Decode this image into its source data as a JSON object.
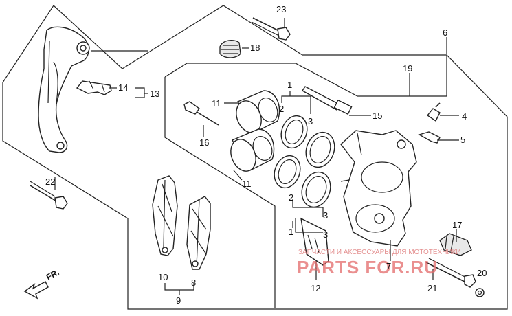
{
  "labels": {
    "p1a": "1",
    "p1b": "1",
    "p2a": "2",
    "p2b": "2",
    "p3a": "3",
    "p3b": "3",
    "p3c": "3",
    "p4": "4",
    "p5": "5",
    "p6": "6",
    "p7": "7",
    "p8": "8",
    "p9": "9",
    "p10": "10",
    "p11a": "11",
    "p11b": "11",
    "p12": "12",
    "p13": "13",
    "p14": "14",
    "p15": "15",
    "p16": "16",
    "p17": "17",
    "p18": "18",
    "p19": "19",
    "p20": "20",
    "p21": "21",
    "p22": "22",
    "p23": "23"
  },
  "direction_label": "FR.",
  "watermark": {
    "line1": "ЗАПЧАСТИ И АКСЕССУАРЫ ДЛЯ МОТОТЕХНИКИ",
    "line2": "PARTS FOR.RU"
  }
}
